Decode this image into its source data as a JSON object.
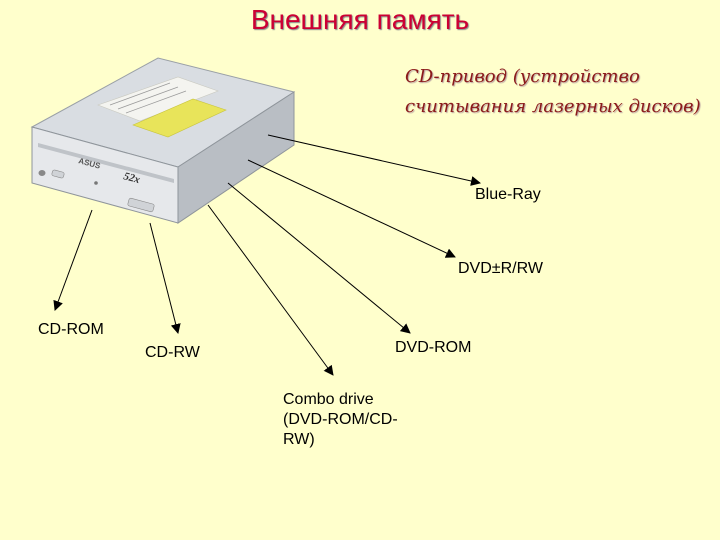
{
  "slide": {
    "title": "Внешняя память",
    "subtitle": "CD-привод (устройство считывания лазерных дисков)"
  },
  "drive": {
    "brand": "ASUS",
    "speed": "52x"
  },
  "labels": {
    "blue_ray": "Blue-Ray",
    "dvd_r_rw": "DVD±R/RW",
    "cd_rom": "CD-ROM",
    "cd_rw": "CD-RW",
    "dvd_rom": "DVD-ROM",
    "combo": "Combo drive\n(DVD-ROM/CD-\nRW)"
  },
  "colors": {
    "background": "#ffffcc",
    "title": "#cc0033",
    "subtitle": "#8b1a1a",
    "arrow": "#000000"
  }
}
